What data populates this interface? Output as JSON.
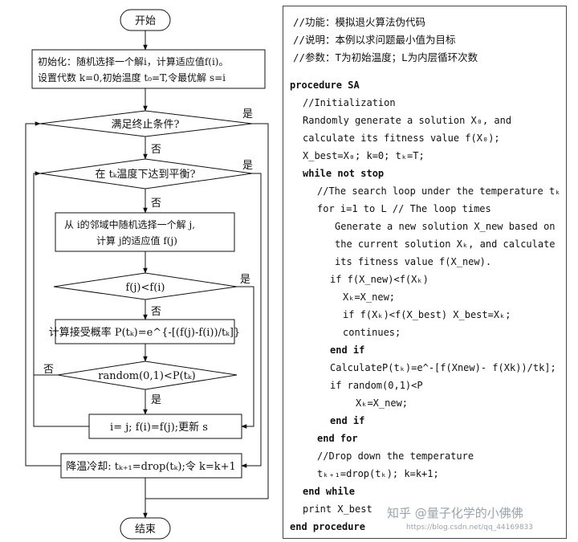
{
  "flowchart": {
    "start": "开始",
    "init_line1": "初始化：随机选择一个解i，计算适应值f(i)。",
    "init_line2": "设置代数 k=0,初始温度 t₀=T,令最优解 s=i",
    "cond_stop": "满足终止条件?",
    "cond_equilibrium": "在 tₖ温度下达到平衡?",
    "neighbor_line1": "从 i的邻域中随机选择一个解 j,",
    "neighbor_line2": "计算 j的适应值 f(j)",
    "cond_better": "f(j)<f(i)",
    "accept_prob": "计算接受概率 P(tₖ)=e^{-[(f(j)-f(i))/tₖ]}",
    "cond_random": "random(0,1)<P(tₖ)",
    "update": "i= j; f(i)=f(j);更新 s",
    "cooling": "降温冷却: tₖ₊₁=drop(tₖ);令 k=k+1",
    "end": "结束",
    "yes": "是",
    "no": "否"
  },
  "code": {
    "header": [
      "//功能：模拟退火算法伪代码",
      "//说明：本例以求问题最小值为目标",
      "//参数：T为初始温度；L为内层循环次数"
    ],
    "lines": [
      "procedure SA",
      "//Initialization",
      "Randomly generate a solution X₀, and",
      "calculate its fitness value f(X₀);",
      "X_best=X₀; k=0; tₖ=T;",
      "while not stop",
      "//The search loop under the temperature tₖ",
      "for i=1 to L // The loop times",
      "Generate a new solution X_new based on",
      "the current solution Xₖ, and calculate",
      "its fitness value f(X_new).",
      "if f(X_new)<f(Xₖ)",
      "Xₖ=X_new;",
      "if f(Xₖ)<f(X_best) X_best=Xₖ;",
      "continues;",
      "end if",
      "CalculateP(tₖ)=e^-[f(Xnew)- f(Xk))/tk];",
      "if random(0,1)<P",
      "Xₖ=X_new;",
      "end if",
      "end for",
      "//Drop down the temperature",
      "tₖ₊₁=drop(tₖ); k=k+1;",
      "end while",
      "print X_best",
      "end procedure"
    ]
  },
  "watermark": {
    "logo_text": "知乎 @量子化学的小佛佛",
    "url": "https://blog.csdn.net/qq_44169833"
  }
}
